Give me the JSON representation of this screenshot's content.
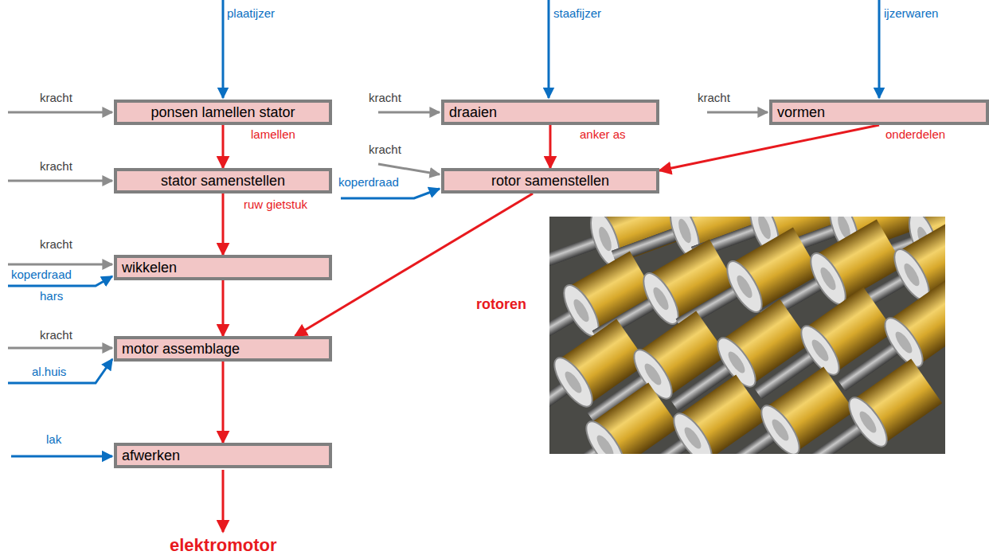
{
  "diagram": {
    "nodes": [
      {
        "text": [
          "ponsen lamellen stator"
        ]
      },
      {
        "text": [
          "draaien"
        ]
      },
      {
        "text": [
          "vormen"
        ]
      },
      {
        "text": [
          "stator samenstellen"
        ]
      },
      {
        "text": [
          "rotor samenstellen"
        ]
      },
      {
        "text": [
          "wikkelen"
        ]
      },
      {
        "text": [
          "motor assemblage"
        ]
      },
      {
        "text": [
          "afwerken"
        ]
      }
    ],
    "edges": [
      {
        "from": 0,
        "to": 3,
        "label": "lamellen",
        "arrow": "to"
      },
      {
        "from": 3,
        "to": 5,
        "label": "ruw gietstuk",
        "arrow": "to"
      },
      {
        "from": 5,
        "to": 6,
        "arrow": "to"
      },
      {
        "from": 6,
        "to": 7,
        "arrow": "to"
      },
      {
        "from": 1,
        "to": 4,
        "label": "anker as",
        "arrow": "to"
      },
      {
        "from": 2,
        "to": 4,
        "label": "onderdelen",
        "arrow": "to"
      },
      {
        "from": 4,
        "to": 6,
        "arrow": "to"
      }
    ],
    "labels": [
      "plaatijzer",
      "staafijzer",
      "ijzerwaren",
      "kracht",
      "kracht",
      "kracht",
      "kracht",
      "kracht",
      "koperdraad",
      "kracht",
      "koperdraad",
      "hars",
      "kracht",
      "al.huis",
      "lak",
      "rotoren",
      "elektromotor"
    ]
  }
}
